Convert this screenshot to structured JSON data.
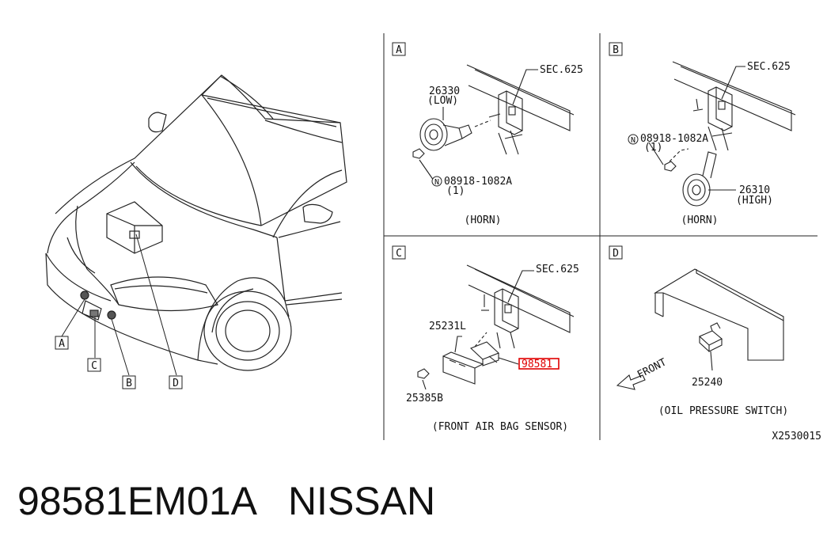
{
  "panels": {
    "A": {
      "tag": "A",
      "sec": "SEC.625",
      "part": "26330",
      "part_sub": "(LOW)",
      "bolt": "08918-1082A",
      "bolt_qty": "(1)",
      "caption": "(HORN)"
    },
    "B": {
      "tag": "B",
      "sec": "SEC.625",
      "part": "26310",
      "part_sub": "(HIGH)",
      "bolt": "08918-1082A",
      "bolt_qty": "(1)",
      "caption": "(HORN)"
    },
    "C": {
      "tag": "C",
      "sec": "SEC.625",
      "part_bracket": "25231L",
      "part_sensor": "98581",
      "part_nut": "25385B",
      "caption": "(FRONT AIR BAG SENSOR)"
    },
    "D": {
      "tag": "D",
      "front_label": "FRONT",
      "part": "25240",
      "caption": "(OIL PRESSURE SWITCH)"
    }
  },
  "car_callouts": [
    "A",
    "C",
    "B",
    "D"
  ],
  "nut_symbol": "N",
  "diagram_code": "X2530015",
  "footer": {
    "part_number": "98581EM01A",
    "brand": "NISSAN"
  },
  "highlight_color": "#e00000"
}
